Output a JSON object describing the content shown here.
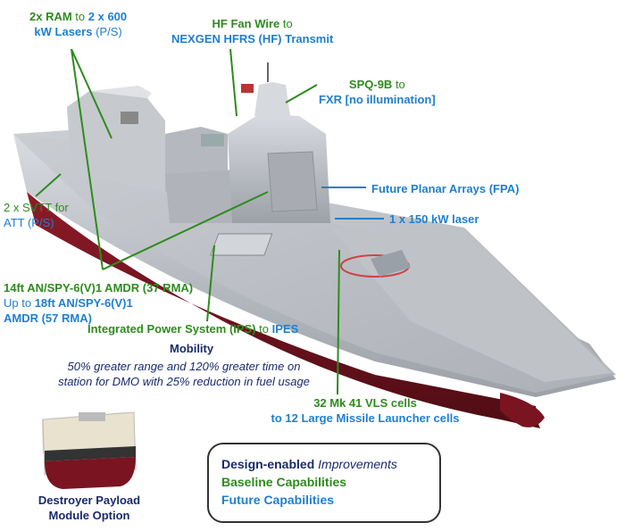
{
  "labels": {
    "ram": {
      "line1_green": "2x RAM",
      "line1_mid": " to ",
      "line1_blue": "2 x 600",
      "line2_blue": "kW Lasers",
      "line2_suffix": " (P/S)"
    },
    "hf": {
      "green": "HF Fan Wire",
      "mid": " to",
      "blue": "NEXGEN HFRS (HF) Transmit"
    },
    "spq": {
      "green": "SPQ-9B",
      "mid": " to",
      "blue": "FXR [no illumination]"
    },
    "fpa": {
      "text": "Future Planar Arrays (FPA)"
    },
    "laser": {
      "text": "1 x 150 kW laser"
    },
    "svtt": {
      "green": "2 x SVTT",
      "mid": " for",
      "blue": "ATT",
      "suffix": " (P/S)"
    },
    "amdr": {
      "line1": "14ft AN/SPY-6(V)1 AMDR (37 RMA)",
      "line2_prefix": "Up to ",
      "line2_blue": "18ft AN/SPY-6(V)1",
      "line3_blue": "AMDR (57 RMA)"
    },
    "ips": {
      "green": "Integrated Power System (IPS)",
      "mid": " to ",
      "blue": "IPES"
    },
    "mobility": {
      "title": "Mobility",
      "line1": "50% greater range and 120% greater time on",
      "line2": "station for DMO with 25% reduction in fuel usage"
    },
    "vls": {
      "green": "32 Mk 41 VLS cells",
      "blue": "to 12 Large Missile Launcher cells"
    },
    "module": {
      "line1": "Destroyer Payload",
      "line2": "Module Option"
    }
  },
  "legend": {
    "design_bold": "Design-enabled",
    "design_italic": " Improvements",
    "baseline": "Baseline Capabilities",
    "future": "Future Capabilities"
  },
  "colors": {
    "green": "#2e8b1e",
    "blue": "#1f7fd1",
    "navy": "#1a2a6c",
    "hull_red": "#7a1420",
    "hull_grey": "#b8bcc2"
  }
}
